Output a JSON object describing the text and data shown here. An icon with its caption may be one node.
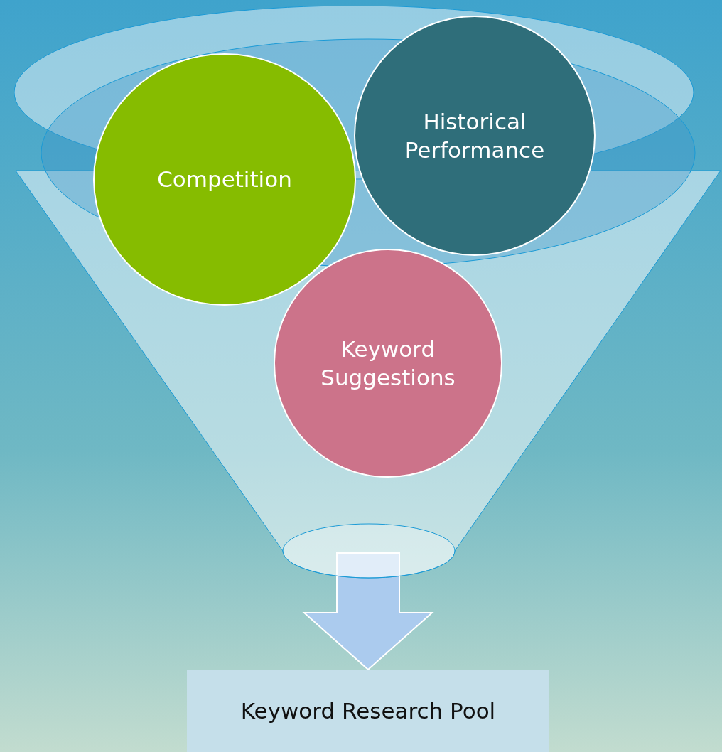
{
  "diagram": {
    "nodes": [
      {
        "text": [],
        "shape": "funnel"
      },
      {
        "text": [
          "Competition"
        ]
      },
      {
        "text": [
          "Historical Performance"
        ]
      },
      {
        "text": [
          "Keyword Suggestions"
        ],
        "in": 0
      },
      {
        "text": [
          "Keyword Research Pool"
        ]
      }
    ],
    "edges": [
      {
        "from": 0,
        "to": 4,
        "arrow": "to",
        "style": "thick"
      }
    ]
  }
}
